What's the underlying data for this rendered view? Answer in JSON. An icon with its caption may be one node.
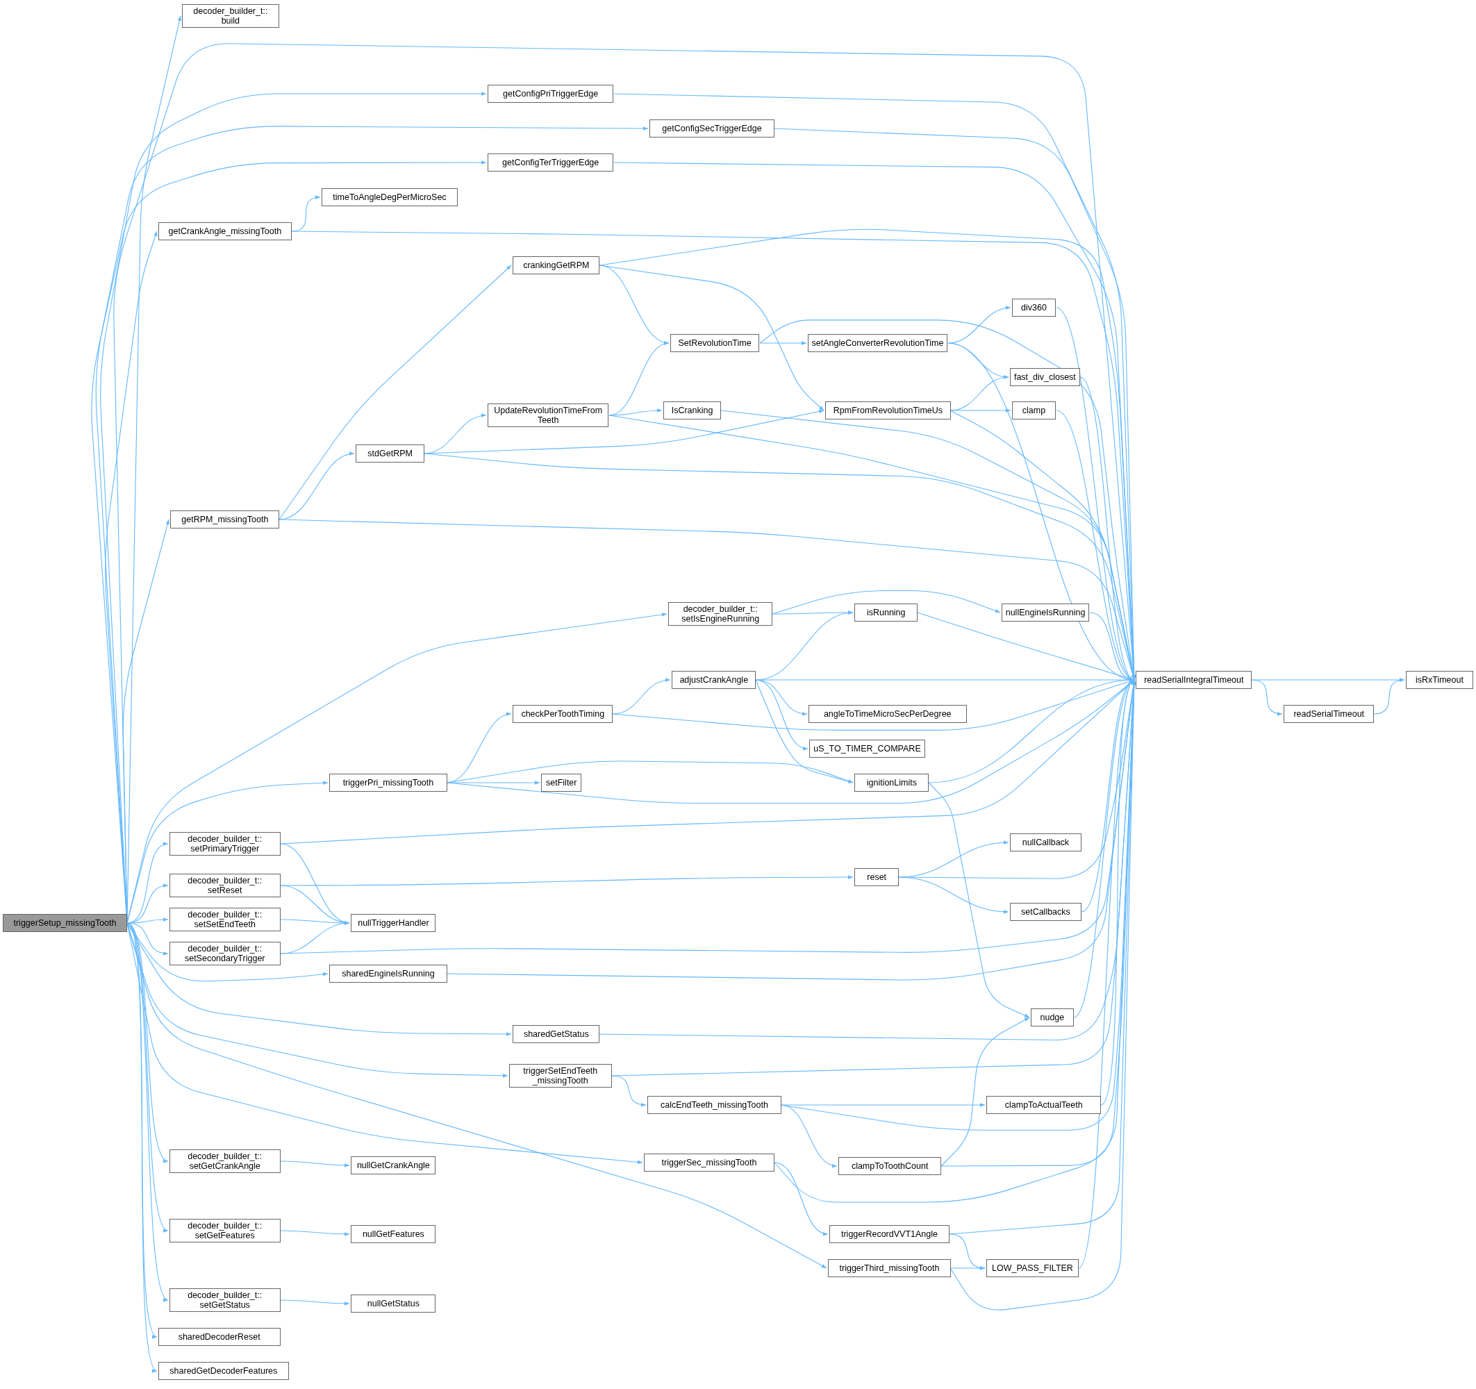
{
  "diagram": {
    "nodes": [
      {
        "text": [
          "triggerSetup_missingTooth"
        ]
      },
      {
        "text": [
          "decoder_builder_t:: build"
        ]
      },
      {
        "text": [
          "getConfigPriTriggerEdge"
        ]
      },
      {
        "text": [
          "getConfigSecTriggerEdge"
        ]
      },
      {
        "text": [
          "getConfigTerTriggerEdge"
        ]
      },
      {
        "text": [
          "getCrankAngle_missingTooth"
        ]
      },
      {
        "text": [
          "timeToAngleDegPerMicroSec"
        ]
      },
      {
        "text": [
          "crankingGetRPM"
        ]
      },
      {
        "text": [
          "SetRevolutionTime"
        ]
      },
      {
        "text": [
          "setAngleConverterRevolutionTime"
        ]
      },
      {
        "text": [
          "div360"
        ]
      },
      {
        "text": [
          "fast_div_closest"
        ]
      },
      {
        "text": [
          "UpdateRevolutionTimeFrom Teeth"
        ]
      },
      {
        "text": [
          "IsCranking"
        ]
      },
      {
        "text": [
          "RpmFromRevolutionTimeUs"
        ]
      },
      {
        "text": [
          "clamp"
        ]
      },
      {
        "text": [
          "stdGetRPM"
        ]
      },
      {
        "text": [
          "getRPM_missingTooth"
        ]
      },
      {
        "text": [
          "decoder_builder_t:: setIsEngineRunning"
        ]
      },
      {
        "text": [
          "isRunning"
        ]
      },
      {
        "text": [
          "nullEngineIsRunning"
        ]
      },
      {
        "text": [
          "readSerialIntegralTimeout"
        ]
      },
      {
        "text": [
          "readSerialTimeout"
        ]
      },
      {
        "text": [
          "isRxTimeout"
        ]
      },
      {
        "text": [
          "angleToTimeMicroSecPerDegree"
        ]
      },
      {
        "text": [
          "adjustCrankAngle"
        ]
      },
      {
        "text": [
          "uS_TO_TIMER_COMPARE"
        ]
      },
      {
        "text": [
          "checkPerToothTiming"
        ]
      },
      {
        "text": [
          "triggerPri_missingTooth"
        ]
      },
      {
        "text": [
          "setFilter"
        ]
      },
      {
        "text": [
          "ignitionLimits"
        ]
      },
      {
        "text": [
          "decoder_builder_t:: setPrimaryTrigger"
        ]
      },
      {
        "text": [
          "decoder_builder_t:: setReset"
        ]
      },
      {
        "text": [
          "reset"
        ]
      },
      {
        "text": [
          "nullCallback"
        ]
      },
      {
        "text": [
          "decoder_builder_t:: setSetEndTeeth"
        ]
      },
      {
        "text": [
          "nullTriggerHandler"
        ]
      },
      {
        "text": [
          "setCallbacks"
        ]
      },
      {
        "text": [
          "decoder_builder_t:: setSecondaryTrigger"
        ]
      },
      {
        "text": [
          "sharedEngineIsRunning"
        ]
      },
      {
        "text": [
          "sharedGetStatus"
        ]
      },
      {
        "text": [
          "nudge"
        ]
      },
      {
        "text": [
          "triggerSetEndTeeth _missingTooth"
        ]
      },
      {
        "text": [
          "calcEndTeeth_missingTooth"
        ]
      },
      {
        "text": [
          "clampToActualTeeth"
        ]
      },
      {
        "text": [
          "triggerSec_missingTooth"
        ]
      },
      {
        "text": [
          "clampToToothCount"
        ]
      },
      {
        "text": [
          "decoder_builder_t:: setGetCrankAngle"
        ]
      },
      {
        "text": [
          "nullGetCrankAngle"
        ]
      },
      {
        "text": [
          "decoder_builder_t:: setGetFeatures"
        ]
      },
      {
        "text": [
          "nullGetFeatures"
        ]
      },
      {
        "text": [
          "triggerRecordVVT1Angle"
        ]
      },
      {
        "text": [
          "decoder_builder_t:: setGetStatus"
        ]
      },
      {
        "text": [
          "nullGetStatus"
        ]
      },
      {
        "text": [
          "triggerThird_missingTooth"
        ]
      },
      {
        "text": [
          "LOW_PASS_FILTER"
        ]
      },
      {
        "text": [
          "sharedDecoderReset"
        ]
      },
      {
        "text": [
          "sharedGetDecoderFeatures"
        ]
      }
    ],
    "edges": [
      {
        "from": 0,
        "to": 1,
        "arrow": "to"
      },
      {
        "from": 0,
        "to": 21,
        "arrow": "to"
      },
      {
        "from": 0,
        "to": 2,
        "arrow": "to"
      },
      {
        "from": 0,
        "to": 3,
        "arrow": "to"
      },
      {
        "from": 0,
        "to": 4,
        "arrow": "to"
      },
      {
        "from": 0,
        "to": 5,
        "arrow": "to"
      },
      {
        "from": 0,
        "to": 17,
        "arrow": "to"
      },
      {
        "from": 0,
        "to": 18,
        "arrow": "to"
      },
      {
        "from": 0,
        "to": 28,
        "arrow": "to"
      },
      {
        "from": 0,
        "to": 31,
        "arrow": "to"
      },
      {
        "from": 0,
        "to": 32,
        "arrow": "to"
      },
      {
        "from": 0,
        "to": 35,
        "arrow": "to"
      },
      {
        "from": 0,
        "to": 38,
        "arrow": "to"
      },
      {
        "from": 0,
        "to": 39,
        "arrow": "to"
      },
      {
        "from": 0,
        "to": 40,
        "arrow": "to"
      },
      {
        "from": 0,
        "to": 42,
        "arrow": "to"
      },
      {
        "from": 0,
        "to": 45,
        "arrow": "to"
      },
      {
        "from": 0,
        "to": 47,
        "arrow": "to"
      },
      {
        "from": 0,
        "to": 49,
        "arrow": "to"
      },
      {
        "from": 0,
        "to": 52,
        "arrow": "to"
      },
      {
        "from": 0,
        "to": 54,
        "arrow": "to"
      },
      {
        "from": 0,
        "to": 56,
        "arrow": "to"
      },
      {
        "from": 0,
        "to": 57,
        "arrow": "to"
      },
      {
        "from": 2,
        "to": 21,
        "arrow": "to"
      },
      {
        "from": 3,
        "to": 21,
        "arrow": "to"
      },
      {
        "from": 4,
        "to": 21,
        "arrow": "to"
      },
      {
        "from": 5,
        "to": 6,
        "arrow": "to"
      },
      {
        "from": 5,
        "to": 21,
        "arrow": "to"
      },
      {
        "from": 7,
        "to": 21,
        "arrow": "to"
      },
      {
        "from": 7,
        "to": 8,
        "arrow": "to"
      },
      {
        "from": 7,
        "to": 14,
        "arrow": "to"
      },
      {
        "from": 8,
        "to": 21,
        "arrow": "to"
      },
      {
        "from": 8,
        "to": 9,
        "arrow": "to"
      },
      {
        "from": 9,
        "to": 10,
        "arrow": "to"
      },
      {
        "from": 9,
        "to": 11,
        "arrow": "to"
      },
      {
        "from": 9,
        "to": 21,
        "arrow": "to"
      },
      {
        "from": 10,
        "to": 21,
        "arrow": "to"
      },
      {
        "from": 11,
        "to": 21,
        "arrow": "to"
      },
      {
        "from": 12,
        "to": 8,
        "arrow": "to"
      },
      {
        "from": 12,
        "to": 13,
        "arrow": "to"
      },
      {
        "from": 12,
        "to": 21,
        "arrow": "to"
      },
      {
        "from": 13,
        "to": 21,
        "arrow": "to"
      },
      {
        "from": 14,
        "to": 11,
        "arrow": "to"
      },
      {
        "from": 14,
        "to": 15,
        "arrow": "to"
      },
      {
        "from": 14,
        "to": 21,
        "arrow": "to"
      },
      {
        "from": 15,
        "to": 21,
        "arrow": "to"
      },
      {
        "from": 16,
        "to": 21,
        "arrow": "to"
      },
      {
        "from": 16,
        "to": 12,
        "arrow": "to"
      },
      {
        "from": 16,
        "to": 14,
        "arrow": "to"
      },
      {
        "from": 17,
        "to": 7,
        "arrow": "to"
      },
      {
        "from": 17,
        "to": 16,
        "arrow": "to"
      },
      {
        "from": 17,
        "to": 21,
        "arrow": "to"
      },
      {
        "from": 18,
        "to": 20,
        "arrow": "to"
      },
      {
        "from": 18,
        "to": 19,
        "arrow": "to"
      },
      {
        "from": 19,
        "to": 21,
        "arrow": "to"
      },
      {
        "from": 20,
        "to": 21,
        "arrow": "to"
      },
      {
        "from": 21,
        "to": 23,
        "arrow": "to"
      },
      {
        "from": 21,
        "to": 22,
        "arrow": "to"
      },
      {
        "from": 22,
        "to": 23,
        "arrow": "to"
      },
      {
        "from": 25,
        "to": 19,
        "arrow": "to"
      },
      {
        "from": 25,
        "to": 21,
        "arrow": "to"
      },
      {
        "from": 25,
        "to": 24,
        "arrow": "to"
      },
      {
        "from": 25,
        "to": 26,
        "arrow": "to"
      },
      {
        "from": 25,
        "to": 30,
        "arrow": "to"
      },
      {
        "from": 27,
        "to": 25,
        "arrow": "to"
      },
      {
        "from": 27,
        "to": 21,
        "arrow": "to"
      },
      {
        "from": 28,
        "to": 27,
        "arrow": "to"
      },
      {
        "from": 28,
        "to": 30,
        "arrow": "to"
      },
      {
        "from": 28,
        "to": 29,
        "arrow": "to"
      },
      {
        "from": 28,
        "to": 21,
        "arrow": "to"
      },
      {
        "from": 30,
        "to": 21,
        "arrow": "to"
      },
      {
        "from": 30,
        "to": 41,
        "arrow": "to"
      },
      {
        "from": 31,
        "to": 21,
        "arrow": "to"
      },
      {
        "from": 31,
        "to": 36,
        "arrow": "to"
      },
      {
        "from": 32,
        "to": 33,
        "arrow": "to"
      },
      {
        "from": 32,
        "to": 36,
        "arrow": "to"
      },
      {
        "from": 33,
        "to": 34,
        "arrow": "to"
      },
      {
        "from": 33,
        "to": 21,
        "arrow": "to"
      },
      {
        "from": 33,
        "to": 37,
        "arrow": "to"
      },
      {
        "from": 37,
        "to": 21,
        "arrow": "to"
      },
      {
        "from": 35,
        "to": 36,
        "arrow": "to"
      },
      {
        "from": 38,
        "to": 36,
        "arrow": "to"
      },
      {
        "from": 38,
        "to": 21,
        "arrow": "to"
      },
      {
        "from": 39,
        "to": 21,
        "arrow": "to"
      },
      {
        "from": 40,
        "to": 21,
        "arrow": "to"
      },
      {
        "from": 41,
        "to": 21,
        "arrow": "to"
      },
      {
        "from": 42,
        "to": 21,
        "arrow": "to"
      },
      {
        "from": 42,
        "to": 43,
        "arrow": "to"
      },
      {
        "from": 43,
        "to": 44,
        "arrow": "to"
      },
      {
        "from": 43,
        "to": 46,
        "arrow": "to"
      },
      {
        "from": 43,
        "to": 21,
        "arrow": "to"
      },
      {
        "from": 44,
        "to": 21,
        "arrow": "to"
      },
      {
        "from": 46,
        "to": 41,
        "arrow": "to"
      },
      {
        "from": 46,
        "to": 21,
        "arrow": "to"
      },
      {
        "from": 45,
        "to": 51,
        "arrow": "to"
      },
      {
        "from": 45,
        "to": 21,
        "arrow": "to"
      },
      {
        "from": 47,
        "to": 48,
        "arrow": "to"
      },
      {
        "from": 49,
        "to": 50,
        "arrow": "to"
      },
      {
        "from": 52,
        "to": 53,
        "arrow": "to"
      },
      {
        "from": 51,
        "to": 55,
        "arrow": "to"
      },
      {
        "from": 51,
        "to": 21,
        "arrow": "to"
      },
      {
        "from": 54,
        "to": 55,
        "arrow": "to"
      },
      {
        "from": 54,
        "to": 21,
        "arrow": "to"
      },
      {
        "from": 55,
        "to": 21,
        "arrow": "to"
      }
    ]
  }
}
